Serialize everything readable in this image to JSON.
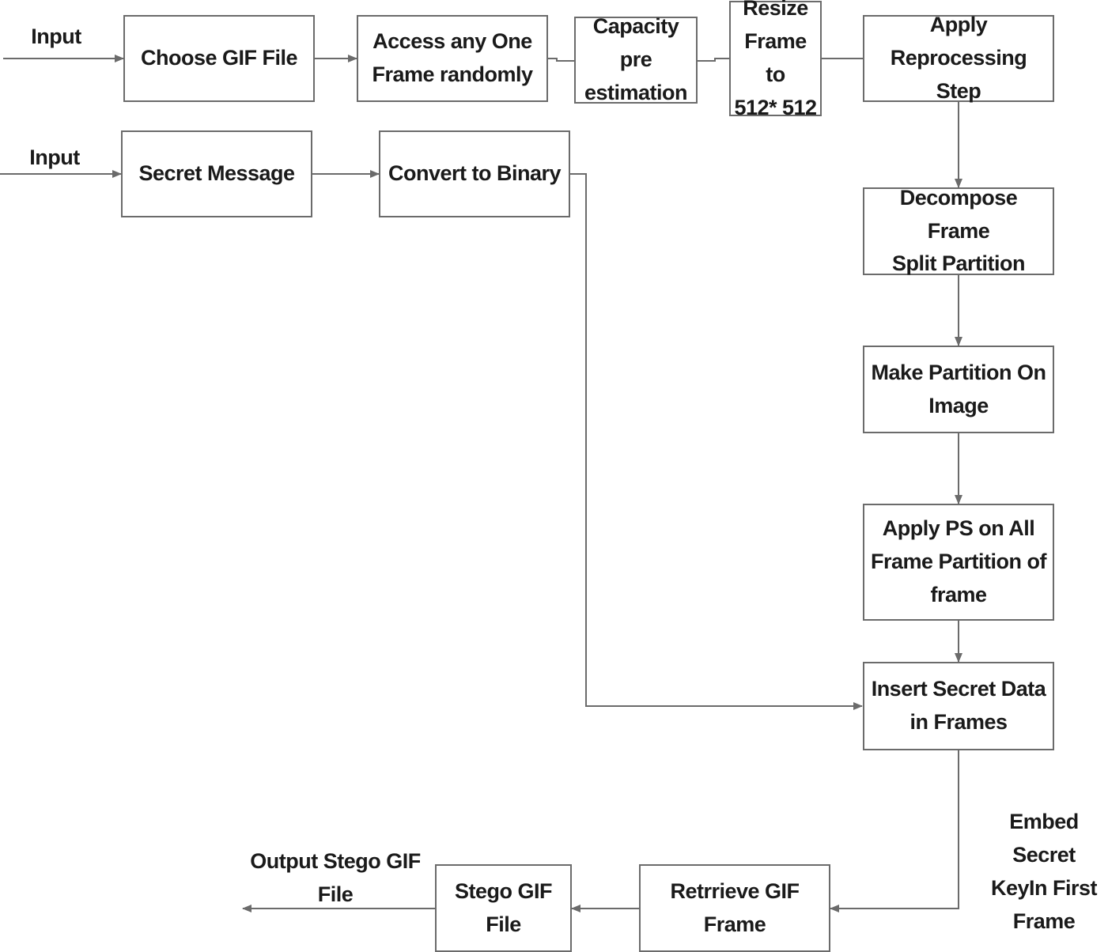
{
  "labels": {
    "input_gif": "Input",
    "input_msg": "Input",
    "embed_key": "Embed Secret\nKeyIn First\nFrame",
    "output": "Output Stego GIF\nFile"
  },
  "nodes": {
    "choose_gif": "Choose GIF File",
    "access_frame": "Access any One\nFrame randomly",
    "capacity": "Capacity pre\nestimation",
    "resize": "Resize\nFrame to\n512* 512",
    "reprocessing": "Apply Reprocessing\nStep",
    "secret_message": "Secret Message",
    "convert_binary": "Convert to Binary",
    "decompose": "Decompose Frame\nSplit Partition",
    "make_partition": "Make Partition On\nImage",
    "apply_ps": "Apply PS on All\nFrame Partition of\nframe",
    "insert_secret": "Insert Secret Data\nin Frames",
    "retrieve": "Retrrieve GIF Frame",
    "stego_file": "Stego GIF File"
  },
  "colors": {
    "stroke": "#6b6b6b",
    "text": "#1a1a1a"
  }
}
